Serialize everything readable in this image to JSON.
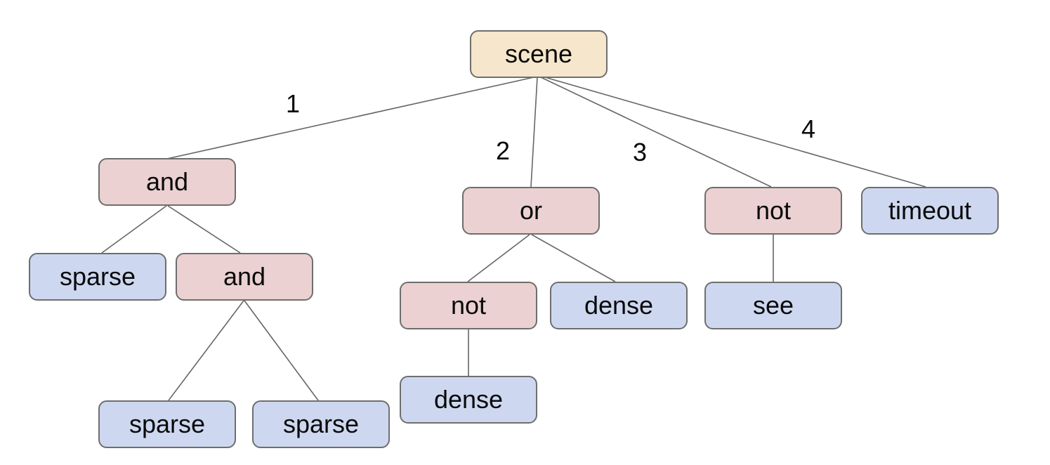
{
  "diagram": {
    "type": "tree",
    "nodes": [
      {
        "id": "scene",
        "label": "scene",
        "kind": "root"
      },
      {
        "id": "and-1",
        "label": "and",
        "kind": "operator"
      },
      {
        "id": "or-1",
        "label": "or",
        "kind": "operator"
      },
      {
        "id": "not-1",
        "label": "not",
        "kind": "operator"
      },
      {
        "id": "timeout-1",
        "label": "timeout",
        "kind": "leaf"
      },
      {
        "id": "sparse-1",
        "label": "sparse",
        "kind": "leaf"
      },
      {
        "id": "and-2",
        "label": "and",
        "kind": "operator"
      },
      {
        "id": "not-2",
        "label": "not",
        "kind": "operator"
      },
      {
        "id": "dense-1",
        "label": "dense",
        "kind": "leaf"
      },
      {
        "id": "see-1",
        "label": "see",
        "kind": "leaf"
      },
      {
        "id": "sparse-2",
        "label": "sparse",
        "kind": "leaf"
      },
      {
        "id": "sparse-3",
        "label": "sparse",
        "kind": "leaf"
      },
      {
        "id": "dense-2",
        "label": "dense",
        "kind": "leaf"
      }
    ],
    "edges": [
      {
        "from": "scene",
        "to": "and-1",
        "label": "1"
      },
      {
        "from": "scene",
        "to": "or-1",
        "label": "2"
      },
      {
        "from": "scene",
        "to": "not-1",
        "label": "3"
      },
      {
        "from": "scene",
        "to": "timeout-1",
        "label": "4"
      },
      {
        "from": "and-1",
        "to": "sparse-1",
        "label": ""
      },
      {
        "from": "and-1",
        "to": "and-2",
        "label": ""
      },
      {
        "from": "and-2",
        "to": "sparse-2",
        "label": ""
      },
      {
        "from": "and-2",
        "to": "sparse-3",
        "label": ""
      },
      {
        "from": "or-1",
        "to": "not-2",
        "label": ""
      },
      {
        "from": "or-1",
        "to": "dense-1",
        "label": ""
      },
      {
        "from": "not-2",
        "to": "dense-2",
        "label": ""
      },
      {
        "from": "not-1",
        "to": "see-1",
        "label": ""
      }
    ],
    "colors": {
      "root_fill": "#f6e6cb",
      "operator_fill": "#ebd1d1",
      "leaf_fill": "#cdd8f0",
      "node_border": "#6e6e6e",
      "edge_stroke": "#666666",
      "text": "#0a0a0a"
    }
  }
}
